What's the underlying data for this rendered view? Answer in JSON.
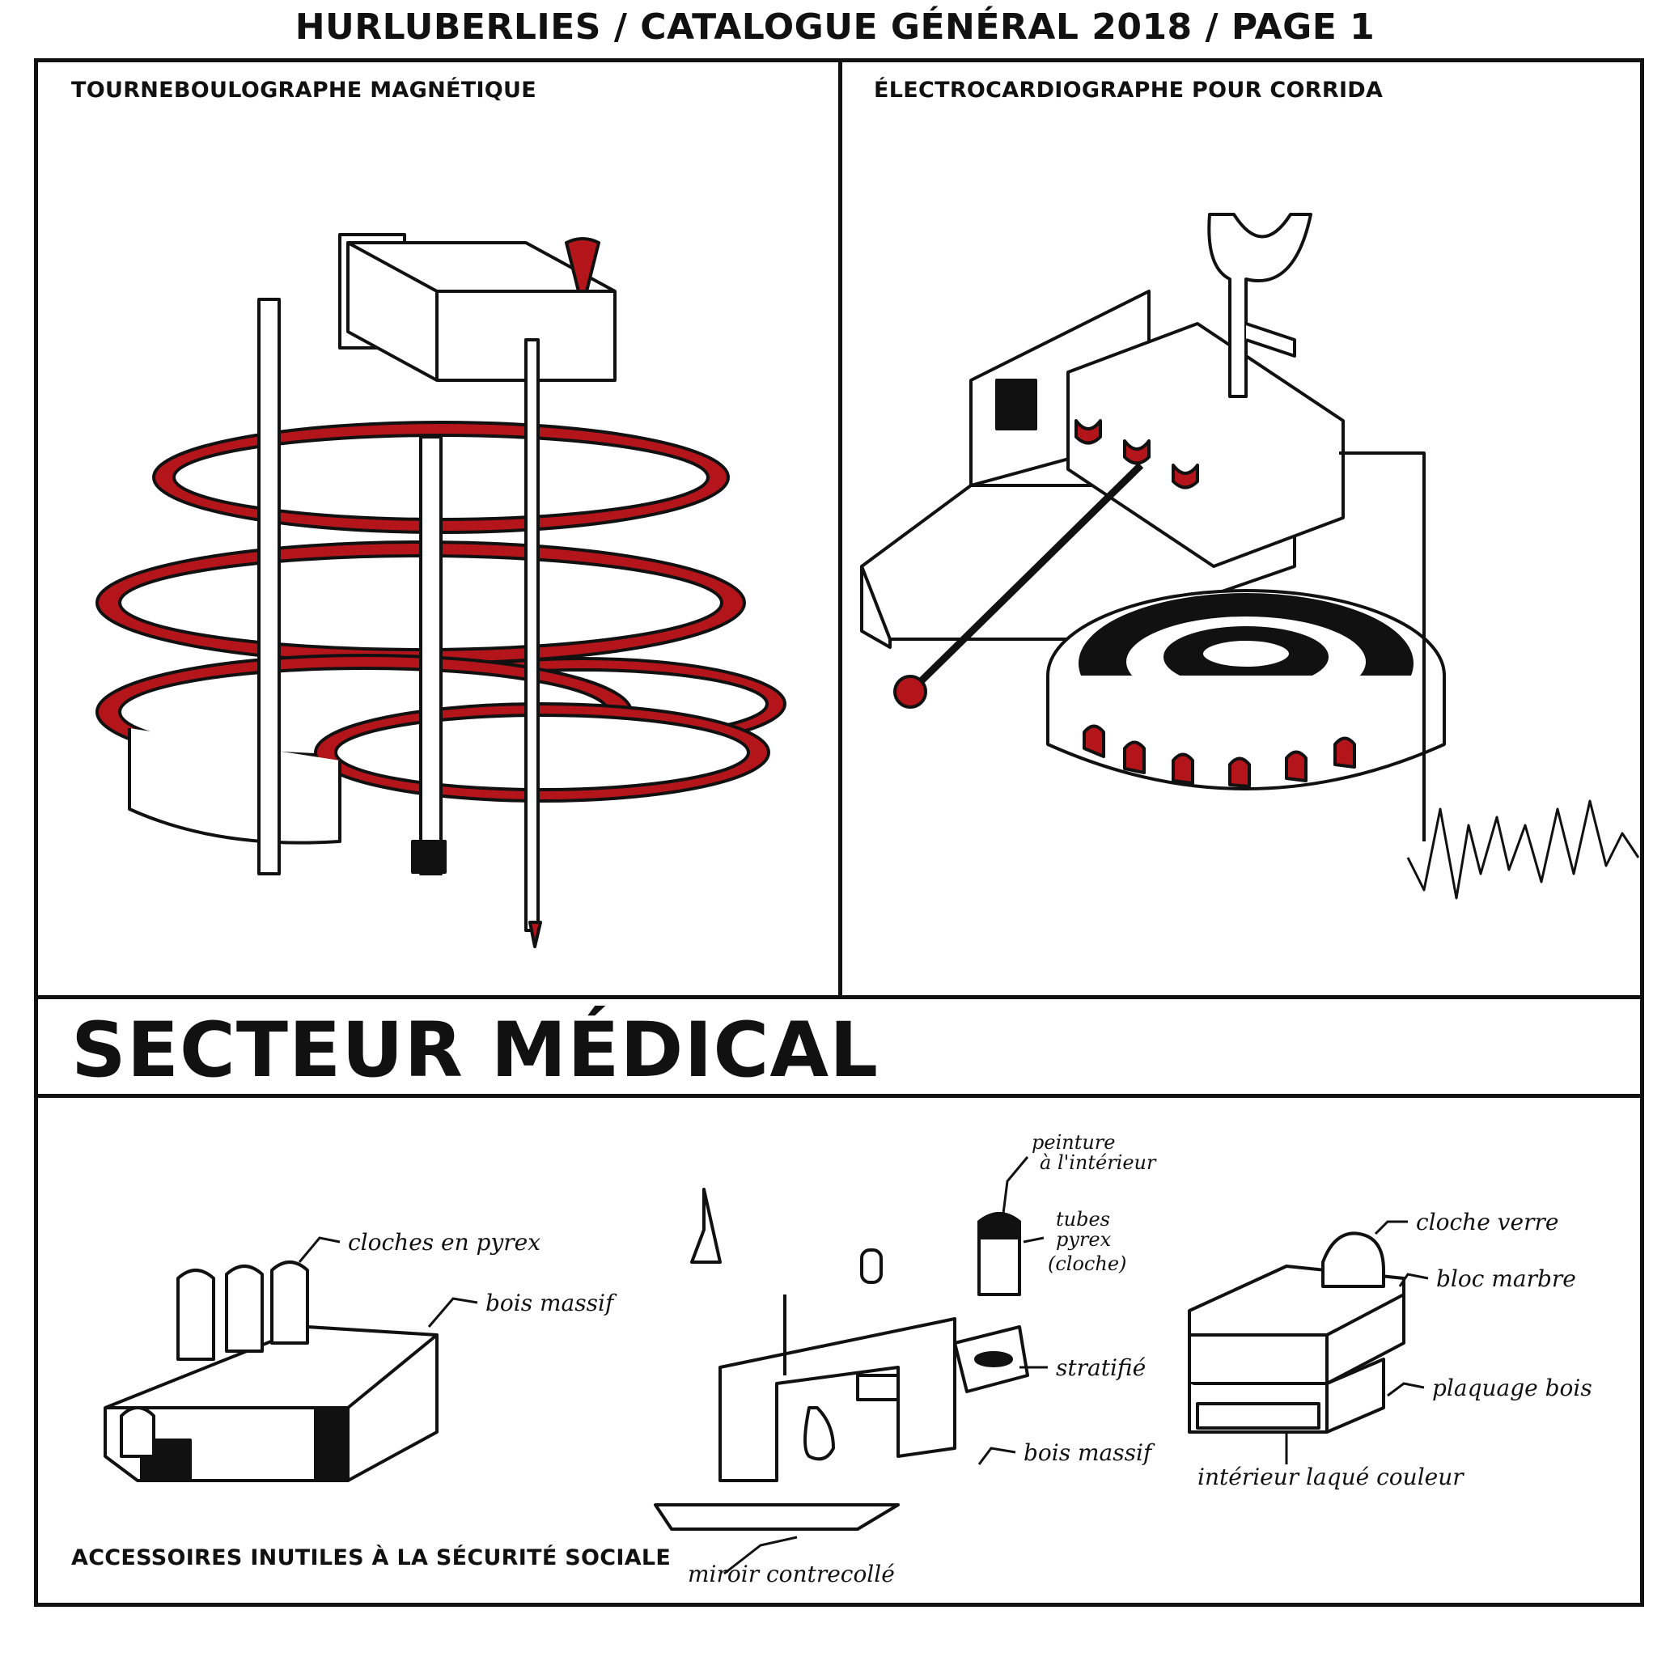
{
  "header": {
    "title": "HURLUBERLIES / CATALOGUE GÉNÉRAL 2018 / PAGE 1"
  },
  "panels": {
    "top_left": {
      "title": "TOURNEBOULOGRAPHE MAGNÉTIQUE"
    },
    "top_right": {
      "title": "ÉLECTROCARDIOGRAPHE POUR CORRIDA"
    },
    "bottom": {
      "title": "ACCESSOIRES INUTILES À LA SÉCURITÉ SOCIALE"
    }
  },
  "section": {
    "heading": "SECTEUR MÉDICAL"
  },
  "annotations": {
    "clochesPyrex": "cloches en pyrex",
    "boisMassif1": "bois massif",
    "peintureInterieur1": "peinture",
    "peintureInterieur2": "à l'intérieur",
    "tubesPyrex1": "tubes",
    "tubesPyrex2": "pyrex",
    "tubesPyrex3": "(cloche)",
    "stratifie": "stratifié",
    "boisMassif2": "bois massif",
    "miroirContrecolle": "miroir contrecollé",
    "clocheVerre": "cloche verre",
    "blocMarbre": "bloc marbre",
    "plaquageBois": "plaquage bois",
    "interieurLaque": "intérieur laqué couleur"
  },
  "colors": {
    "ink": "#111111",
    "accent_red": "#b3151b",
    "paper": "#ffffff"
  }
}
